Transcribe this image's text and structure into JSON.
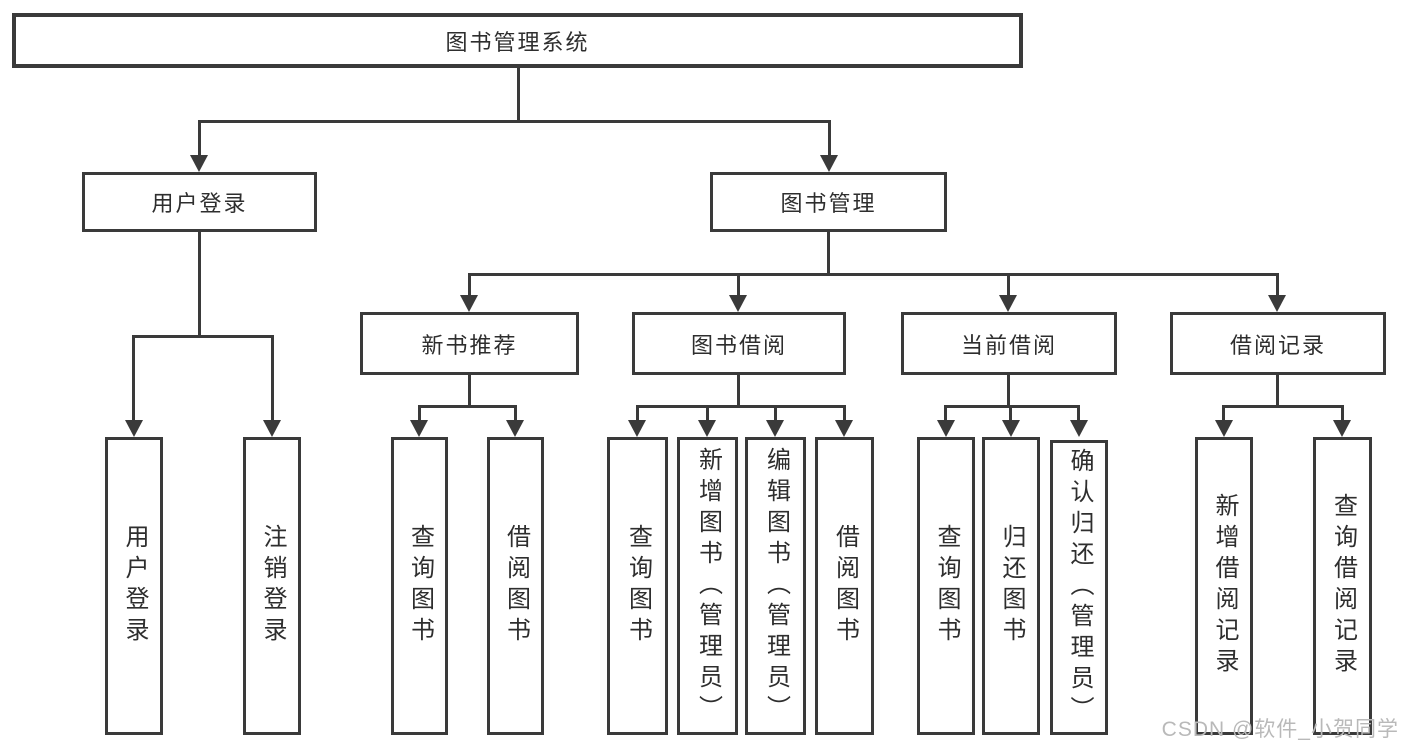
{
  "title": "图书管理系统",
  "watermark": "CSDN @软件_小贺同学",
  "colors": {
    "line-color": "#3a3a3a",
    "text-color": "#2e2e2e",
    "box-bg": "#ffffff",
    "watermark-color": "#b9b9b9"
  },
  "tree": {
    "label": "图书管理系统",
    "children": [
      {
        "label": "用户登录",
        "children": [
          {
            "label": "用户登录"
          },
          {
            "label": "注销登录"
          }
        ]
      },
      {
        "label": "图书管理",
        "children": [
          {
            "label": "新书推荐",
            "children": [
              {
                "label": "查询图书"
              },
              {
                "label": "借阅图书"
              }
            ]
          },
          {
            "label": "图书借阅",
            "children": [
              {
                "label": "查询图书"
              },
              {
                "label": "新增图书（管理员）"
              },
              {
                "label": "编辑图书（管理员）"
              },
              {
                "label": "借阅图书"
              }
            ]
          },
          {
            "label": "当前借阅",
            "children": [
              {
                "label": "查询图书"
              },
              {
                "label": "归还图书"
              },
              {
                "label": "确认归还（管理员）"
              }
            ]
          },
          {
            "label": "借阅记录",
            "children": [
              {
                "label": "新增借阅记录"
              },
              {
                "label": "查询借阅记录"
              }
            ]
          }
        ]
      }
    ]
  }
}
